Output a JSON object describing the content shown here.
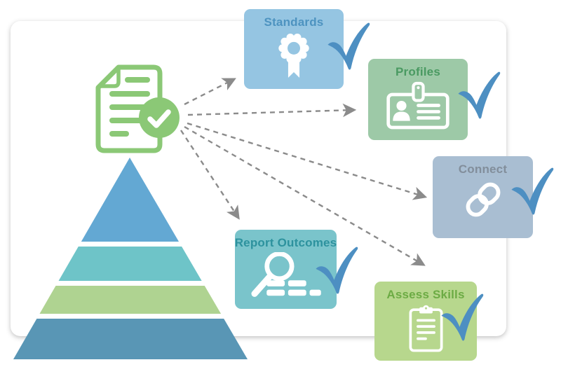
{
  "colors": {
    "board_bg": "#ffffff",
    "checkmark": "#4d8fc2",
    "arrow": "#8b8b8b",
    "document_green": "#8bc876"
  },
  "source": {
    "icon": "document-check-icon"
  },
  "pyramid": {
    "layers": [
      {
        "name": "level-1-top",
        "color": "#63a8d3"
      },
      {
        "name": "level-2",
        "color": "#6ec4c8"
      },
      {
        "name": "level-3",
        "color": "#afd391"
      },
      {
        "name": "level-4-base",
        "color": "#5996b5"
      }
    ]
  },
  "cards": [
    {
      "label": "Standards",
      "bg": "#95c5e2",
      "title_color": "#4d93c0",
      "icon": "award-ribbon-icon"
    },
    {
      "label": "Profiles",
      "bg": "#9dc9a7",
      "title_color": "#4a9a62",
      "icon": "id-badge-icon"
    },
    {
      "label": "Connect",
      "bg": "#a9bed2",
      "title_color": "#828e9b",
      "icon": "chain-link-icon"
    },
    {
      "label": "Report Outcomes",
      "bg": "#7ac4cb",
      "title_color": "#2d929e",
      "icon": "search-results-icon"
    },
    {
      "label": "Assess Skills",
      "bg": "#b7d78d",
      "title_color": "#6cab44",
      "icon": "clipboard-icon"
    }
  ]
}
